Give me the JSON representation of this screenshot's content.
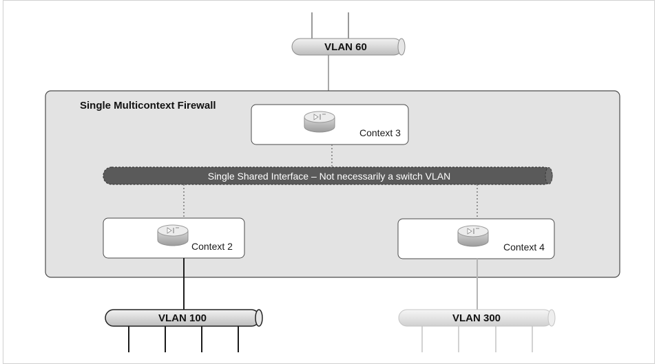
{
  "firewall": {
    "title": "Single Multicontext Firewall"
  },
  "shared_interface": {
    "label": "Single Shared Interface – Not necessarily a switch VLAN"
  },
  "vlans": {
    "vlan60": "VLAN 60",
    "vlan100": "VLAN 100",
    "vlan300": "VLAN 300"
  },
  "contexts": {
    "c3": "Context 3",
    "c2": "Context 2",
    "c4": "Context 4"
  },
  "colors": {
    "frame_fill": "#e3e3e3",
    "shared_fill": "#5a5a5a",
    "vlan_fill": "#dcdcdc",
    "vlan300_fill": "#e6e6e6",
    "router_body": "#c4c4c4",
    "router_top": "#e9e9e9"
  },
  "icons": [
    "router-icon"
  ]
}
